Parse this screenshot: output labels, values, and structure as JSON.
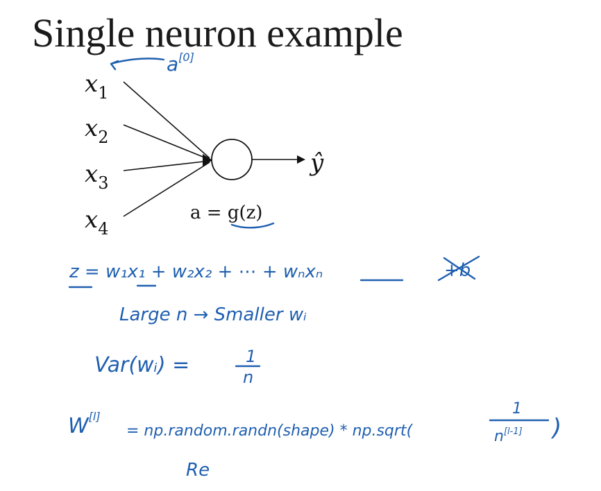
{
  "slide": {
    "title": "Single neuron example"
  },
  "diagram": {
    "inputs": [
      {
        "base": "x",
        "sub": "1"
      },
      {
        "base": "x",
        "sub": "2"
      },
      {
        "base": "x",
        "sub": "3"
      },
      {
        "base": "x",
        "sub": "4"
      }
    ],
    "output": "ŷ",
    "activation": "a = g(z)",
    "input_annotation": "a",
    "input_annotation_sup": "[0]"
  },
  "handwritten": {
    "line1": "z = w₁x₁ + w₂x₂ + ⋯ + wₙxₙ",
    "line1_struck": "+b",
    "line2": "Large n  →  Smaller wᵢ",
    "line3_lhs": "Var(wᵢ) =",
    "line3_num": "1",
    "line3_den": "n",
    "line4_lhs": "W",
    "line4_sup": "[l]",
    "line4_mid": "= np.random.randn(shape) * np.sqrt(",
    "line4_num": "1",
    "line4_den": "n",
    "line4_den_sup": "[l-1]",
    "line4_end": ")",
    "line5": "Re"
  },
  "colors": {
    "ink": "#1f5fb0",
    "text": "#111111"
  }
}
